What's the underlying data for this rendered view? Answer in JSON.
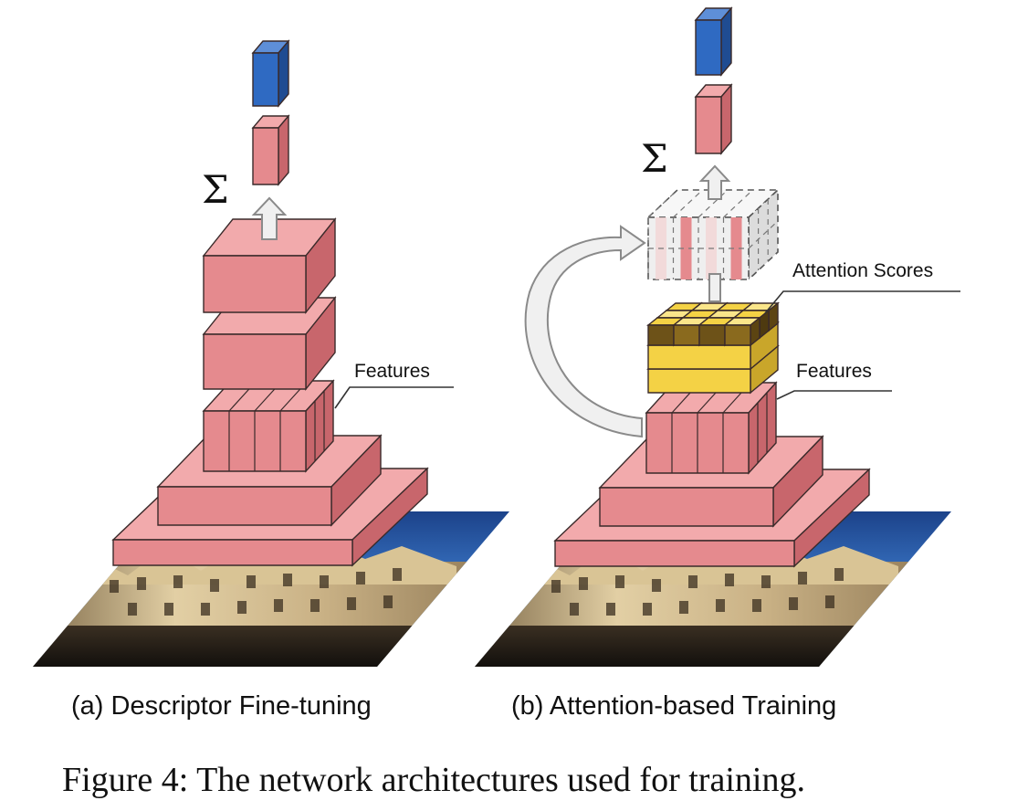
{
  "panel_a": {
    "sigma": "Σ",
    "features_label": "Features",
    "caption": "(a) Descriptor Fine-tuning"
  },
  "panel_b": {
    "sigma": "Σ",
    "attention_label": "Attention Scores",
    "features_label": "Features",
    "caption": "(b) Attention-based Training"
  },
  "figure_caption": "Figure 4: The network architectures used for training.",
  "colors": {
    "pink_front": "#e58a8e",
    "pink_top": "#f2aaac",
    "pink_side": "#c8666c",
    "blue_front": "#2f6ac2",
    "blue_top": "#5e8fd8",
    "blue_side": "#1f4c92",
    "gold_front": "#f4d245",
    "gold_top": "#fae58a",
    "gold_side": "#c9a62a",
    "dark_gold": "#6d5218",
    "arrow_fill": "#f0f0f0",
    "arrow_stroke": "#8a8a8a"
  }
}
